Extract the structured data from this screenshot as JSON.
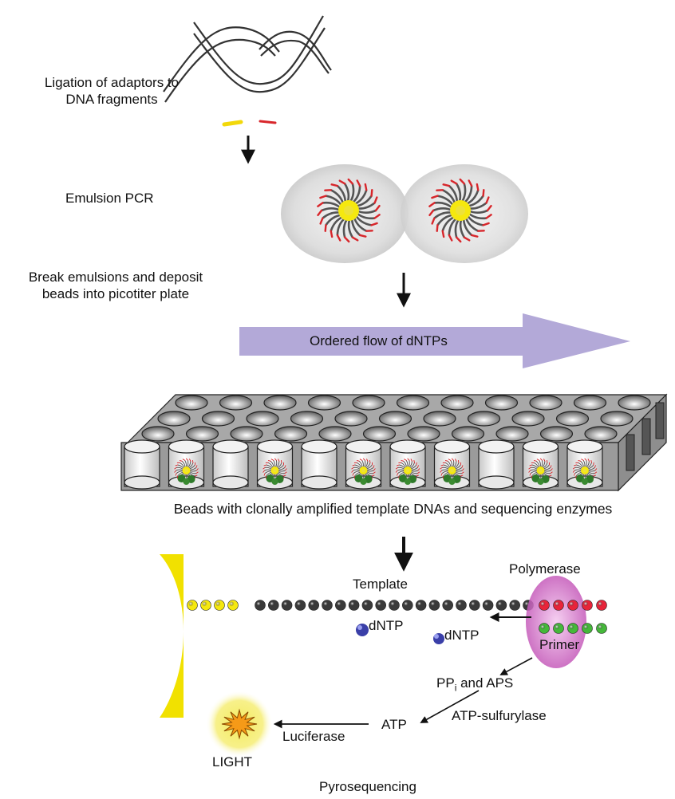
{
  "steps": {
    "ligation": {
      "line1": "Ligation of adaptors to",
      "line2": "DNA fragments"
    },
    "emulsion": {
      "label": "Emulsion PCR"
    },
    "break": {
      "line1": "Break emulsions and deposit",
      "line2": "beads into picotiter plate"
    },
    "flow": {
      "label": "Ordered flow of dNTPs"
    },
    "beads": {
      "caption": "Beads with clonally amplified template DNAs and sequencing enzymes"
    },
    "pyro": {
      "template": "Template",
      "polymerase": "Polymerase",
      "primer": "Primer",
      "dntp1": "dNTP",
      "dntp2": "dNTP",
      "ppi": "PP",
      "ppi_sub": "i",
      "ppi_rest": " and APS",
      "atp": "ATP",
      "sulfurylase": "ATP-sulfurylase",
      "luciferase": "Luciferase",
      "light": "LIGHT",
      "title": "Pyrosequencing"
    }
  },
  "plate": {
    "front_wells_with_beads": [
      false,
      true,
      false,
      true,
      false,
      true,
      true,
      true,
      false,
      true,
      true
    ]
  },
  "colors": {
    "adaptor_a": "#f2d80a",
    "adaptor_b": "#d8262b",
    "flow_arrow": "#b3a9d8",
    "plate": "#9b9b9b",
    "bead_core": "#f5e80f",
    "template_bead": "#3a3a3a",
    "primer_bead": "#45b83a",
    "new_strand_bead": "#e8243a",
    "polymerase": "#c25ab8",
    "dntp": "#3a3fa8",
    "light_star": "#f59a18"
  }
}
